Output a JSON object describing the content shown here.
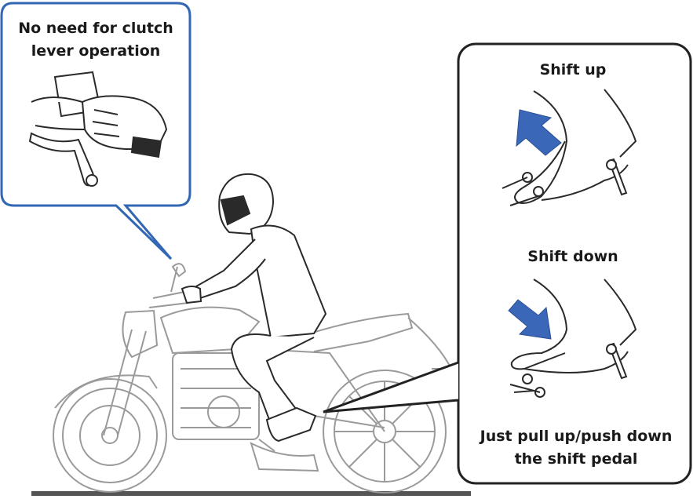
{
  "clutch_callout": {
    "line1": "No need for clutch",
    "line2": "lever operation"
  },
  "shift_panel": {
    "shift_up": "Shift up",
    "shift_down": "Shift down",
    "instruction_line1": "Just pull up/push down",
    "instruction_line2": "the shift pedal"
  },
  "colors": {
    "callout_border_left": "#3366b3",
    "arrow_blue": "#3a67b8",
    "panel_border": "#222222",
    "bike_gray": "#9a9a9a",
    "rider_line": "#2a2a2a"
  }
}
